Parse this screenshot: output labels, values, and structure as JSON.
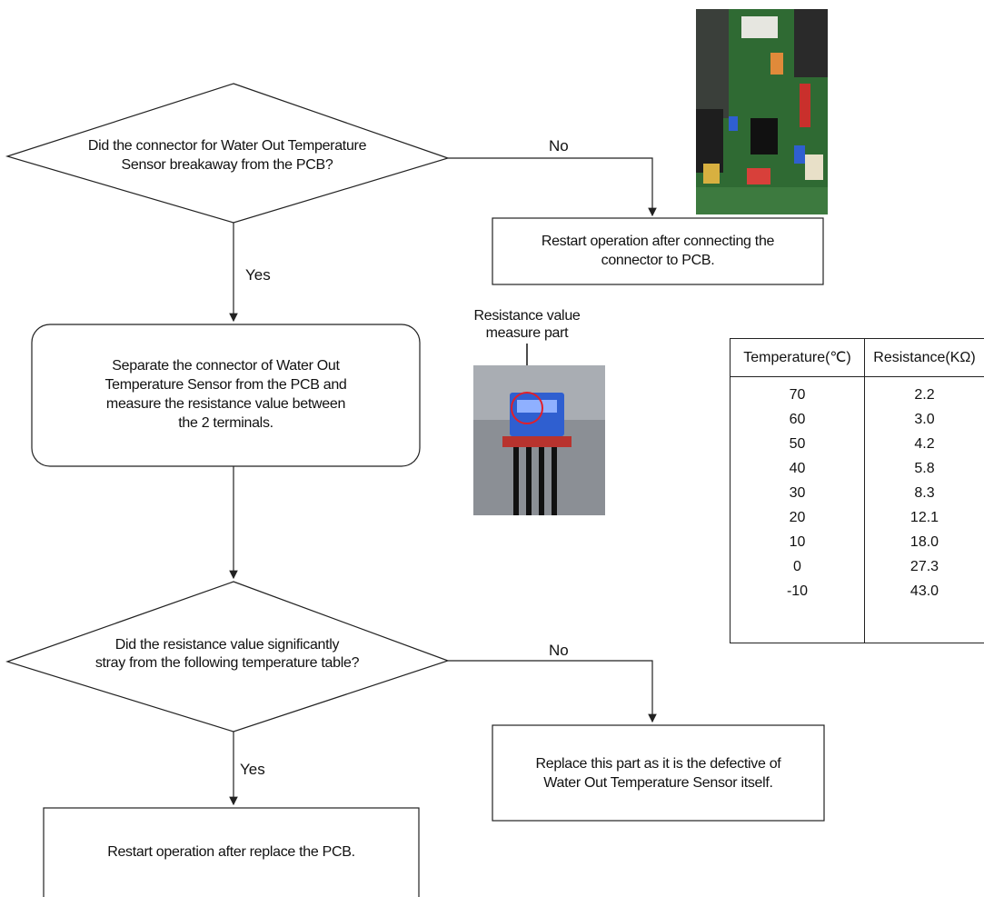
{
  "decision1": {
    "line1": "Did the connector for  Water Out Temperature",
    "line2": "Sensor breakaway from the PCB?"
  },
  "branch_labels": {
    "no1": "No",
    "yes1": "Yes",
    "no2": "No",
    "yes2": "Yes"
  },
  "action_restart_connect": {
    "line1": "Restart operation after connecting the",
    "line2": "connector to PCB."
  },
  "process_measure": {
    "line1": "Separate the connector of Water Out",
    "line2": "Temperature Sensor from the PCB and",
    "line3": "measure the resistance value between",
    "line4": "the 2 terminals."
  },
  "photo_label": {
    "line1": "Resistance value",
    "line2": "measure part"
  },
  "decision2": {
    "line1": "Did the resistance value significantly",
    "line2": "stray from the following temperature table?"
  },
  "action_replace_sensor": {
    "line1": "Replace this part as it is the defective of",
    "line2": "Water Out Temperature Sensor itself."
  },
  "action_replace_pcb": {
    "line1": "Restart operation after replace the PCB."
  },
  "table": {
    "headers": [
      "Temperature(℃)",
      "Resistance(KΩ)"
    ],
    "rows": [
      [
        "70",
        "2.2"
      ],
      [
        "60",
        "3.0"
      ],
      [
        "50",
        "4.2"
      ],
      [
        "40",
        "5.8"
      ],
      [
        "30",
        "8.3"
      ],
      [
        "20",
        "12.1"
      ],
      [
        "10",
        "18.0"
      ],
      [
        "0",
        "27.3"
      ],
      [
        "-10",
        "43.0"
      ]
    ]
  },
  "colors": {
    "line": "#222222",
    "pcb_green": "#2f6a33",
    "connector_blue": "#2f5fd0",
    "marker_red": "#e0202a"
  }
}
